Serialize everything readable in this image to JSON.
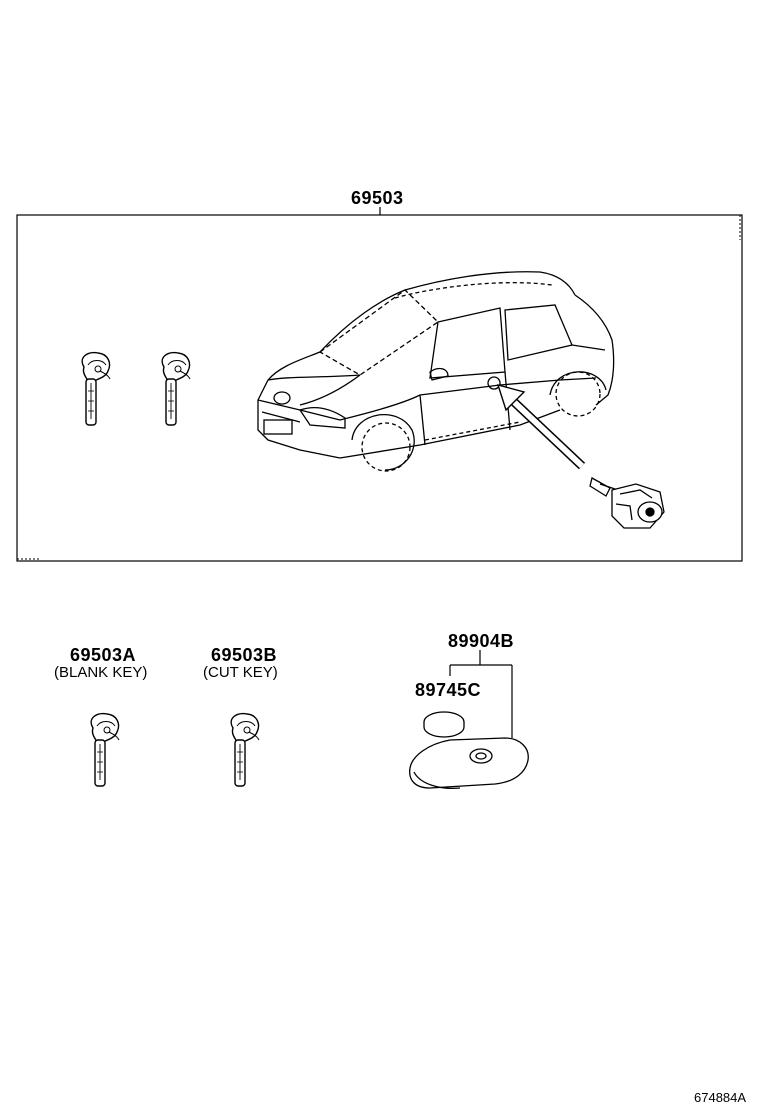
{
  "assembly": {
    "part_number": "69503"
  },
  "keys": [
    {
      "part_number": "69503A",
      "note": "(BLANK KEY)"
    },
    {
      "part_number": "69503B",
      "note": "(CUT KEY)"
    }
  ],
  "remote": {
    "part_number": "89904B",
    "battery_part_number": "89745C"
  },
  "figure_ref": "674884A"
}
